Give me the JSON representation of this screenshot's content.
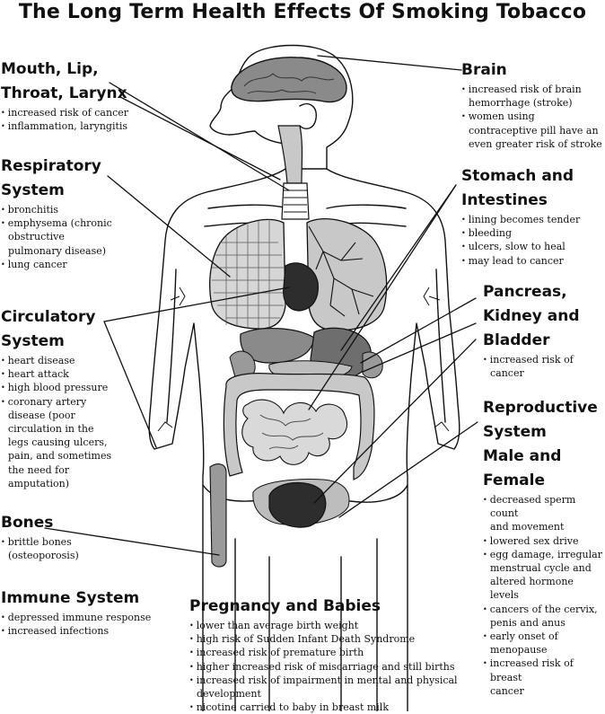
{
  "title": "The Long Term Health Effects Of Smoking Tobacco",
  "sections": {
    "mouth": {
      "heading_1": "Mouth, Lip,",
      "heading_2": "Throat, Larynx",
      "items": [
        "increased risk of cancer",
        "inflammation, laryngitis"
      ]
    },
    "respiratory": {
      "heading_1": "Respiratory",
      "heading_2": "System",
      "items": [
        "bronchitis",
        "emphysema (chronic",
        "obstructive",
        "pulmonary disease)",
        "lung cancer"
      ]
    },
    "circulatory": {
      "heading_1": "Circulatory",
      "heading_2": "System",
      "items": [
        "heart disease",
        "heart attack",
        "high blood pressure",
        "coronary artery",
        "disease (poor",
        "circulation in the",
        "legs causing ulcers,",
        "pain, and sometimes",
        "the need for",
        "amputation)"
      ]
    },
    "bones": {
      "heading_1": "Bones",
      "items": [
        "brittle bones",
        "(osteoporosis)"
      ]
    },
    "immune": {
      "heading_1": "Immune System",
      "items": [
        "depressed immune response",
        "increased infections"
      ]
    },
    "pregnancy": {
      "heading_1": "Pregnancy and Babies",
      "items": [
        "lower than average birth weight",
        "high risk of Sudden Infant Death Syndrome",
        "increased risk of premature birth",
        "higher increased risk of miscarriage and still births",
        "increased risk of impairment in mental and physical",
        "development",
        "nicotine carried to baby in breast milk"
      ]
    },
    "brain": {
      "heading_1": "Brain",
      "items": [
        "increased risk of brain",
        "hemorrhage (stroke)",
        "women using",
        "contraceptive pill have an",
        "even greater risk of stroke"
      ]
    },
    "stomach": {
      "heading_1": "Stomach and",
      "heading_2": "Intestines",
      "items": [
        "lining becomes tender",
        "bleeding",
        "ulcers, slow to heal",
        "may lead to cancer"
      ]
    },
    "pancreas": {
      "heading_1": "Pancreas,",
      "heading_2": "Kidney and",
      "heading_3": "Bladder",
      "items": [
        "increased risk of cancer"
      ]
    },
    "reproductive": {
      "heading_1": "Reproductive",
      "heading_2": "System",
      "heading_3": "Male and",
      "heading_4": "Female",
      "items": [
        "decreased sperm count",
        "and movement",
        "lowered sex drive",
        "egg damage, irregular",
        "menstrual cycle and",
        "altered hormone levels",
        "cancers of the cervix,",
        "penis and anus",
        "early onset of",
        "menopause",
        "increased risk of breast",
        "cancer"
      ]
    }
  },
  "colors": {
    "ink": "#111111",
    "organ_dark": "#3a3a3a",
    "organ_mid": "#8a8a8a",
    "organ_light": "#c8c8c8",
    "background": "#ffffff"
  }
}
